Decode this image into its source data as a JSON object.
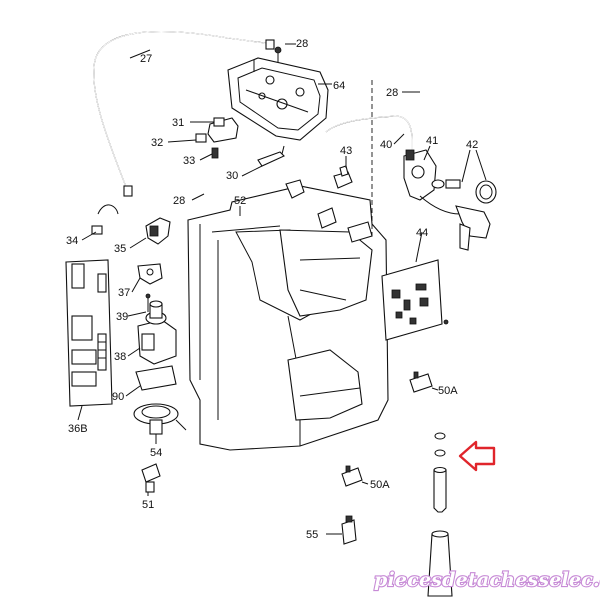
{
  "diagram": {
    "part_labels": [
      "27",
      "28",
      "64",
      "31",
      "32",
      "33",
      "30",
      "28",
      "43",
      "40",
      "41",
      "42",
      "28",
      "52",
      "34",
      "35",
      "37",
      "39",
      "38",
      "90",
      "36B",
      "54",
      "51",
      "44",
      "50A",
      "50A",
      "55"
    ],
    "watermark": "piecesdetachesselec.com",
    "highlight_color": "#e0252b",
    "watermark_color": "#c78ad6"
  }
}
